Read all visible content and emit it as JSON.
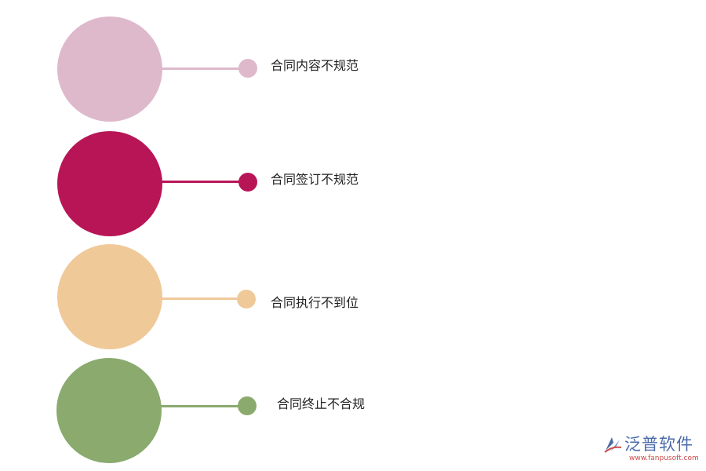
{
  "items": [
    {
      "label": "合同内容不规范",
      "color": "#deb9cc"
    },
    {
      "label": "合同签订不规范",
      "color": "#b81557"
    },
    {
      "label": "合同执行不到位",
      "color": "#f0c999"
    },
    {
      "label": "合同终止不合规",
      "color": "#8aaa6e"
    }
  ],
  "logo": {
    "name": "泛普软件",
    "url": "www.fanpusoft.com",
    "icon": "fanpu-logo-icon"
  }
}
